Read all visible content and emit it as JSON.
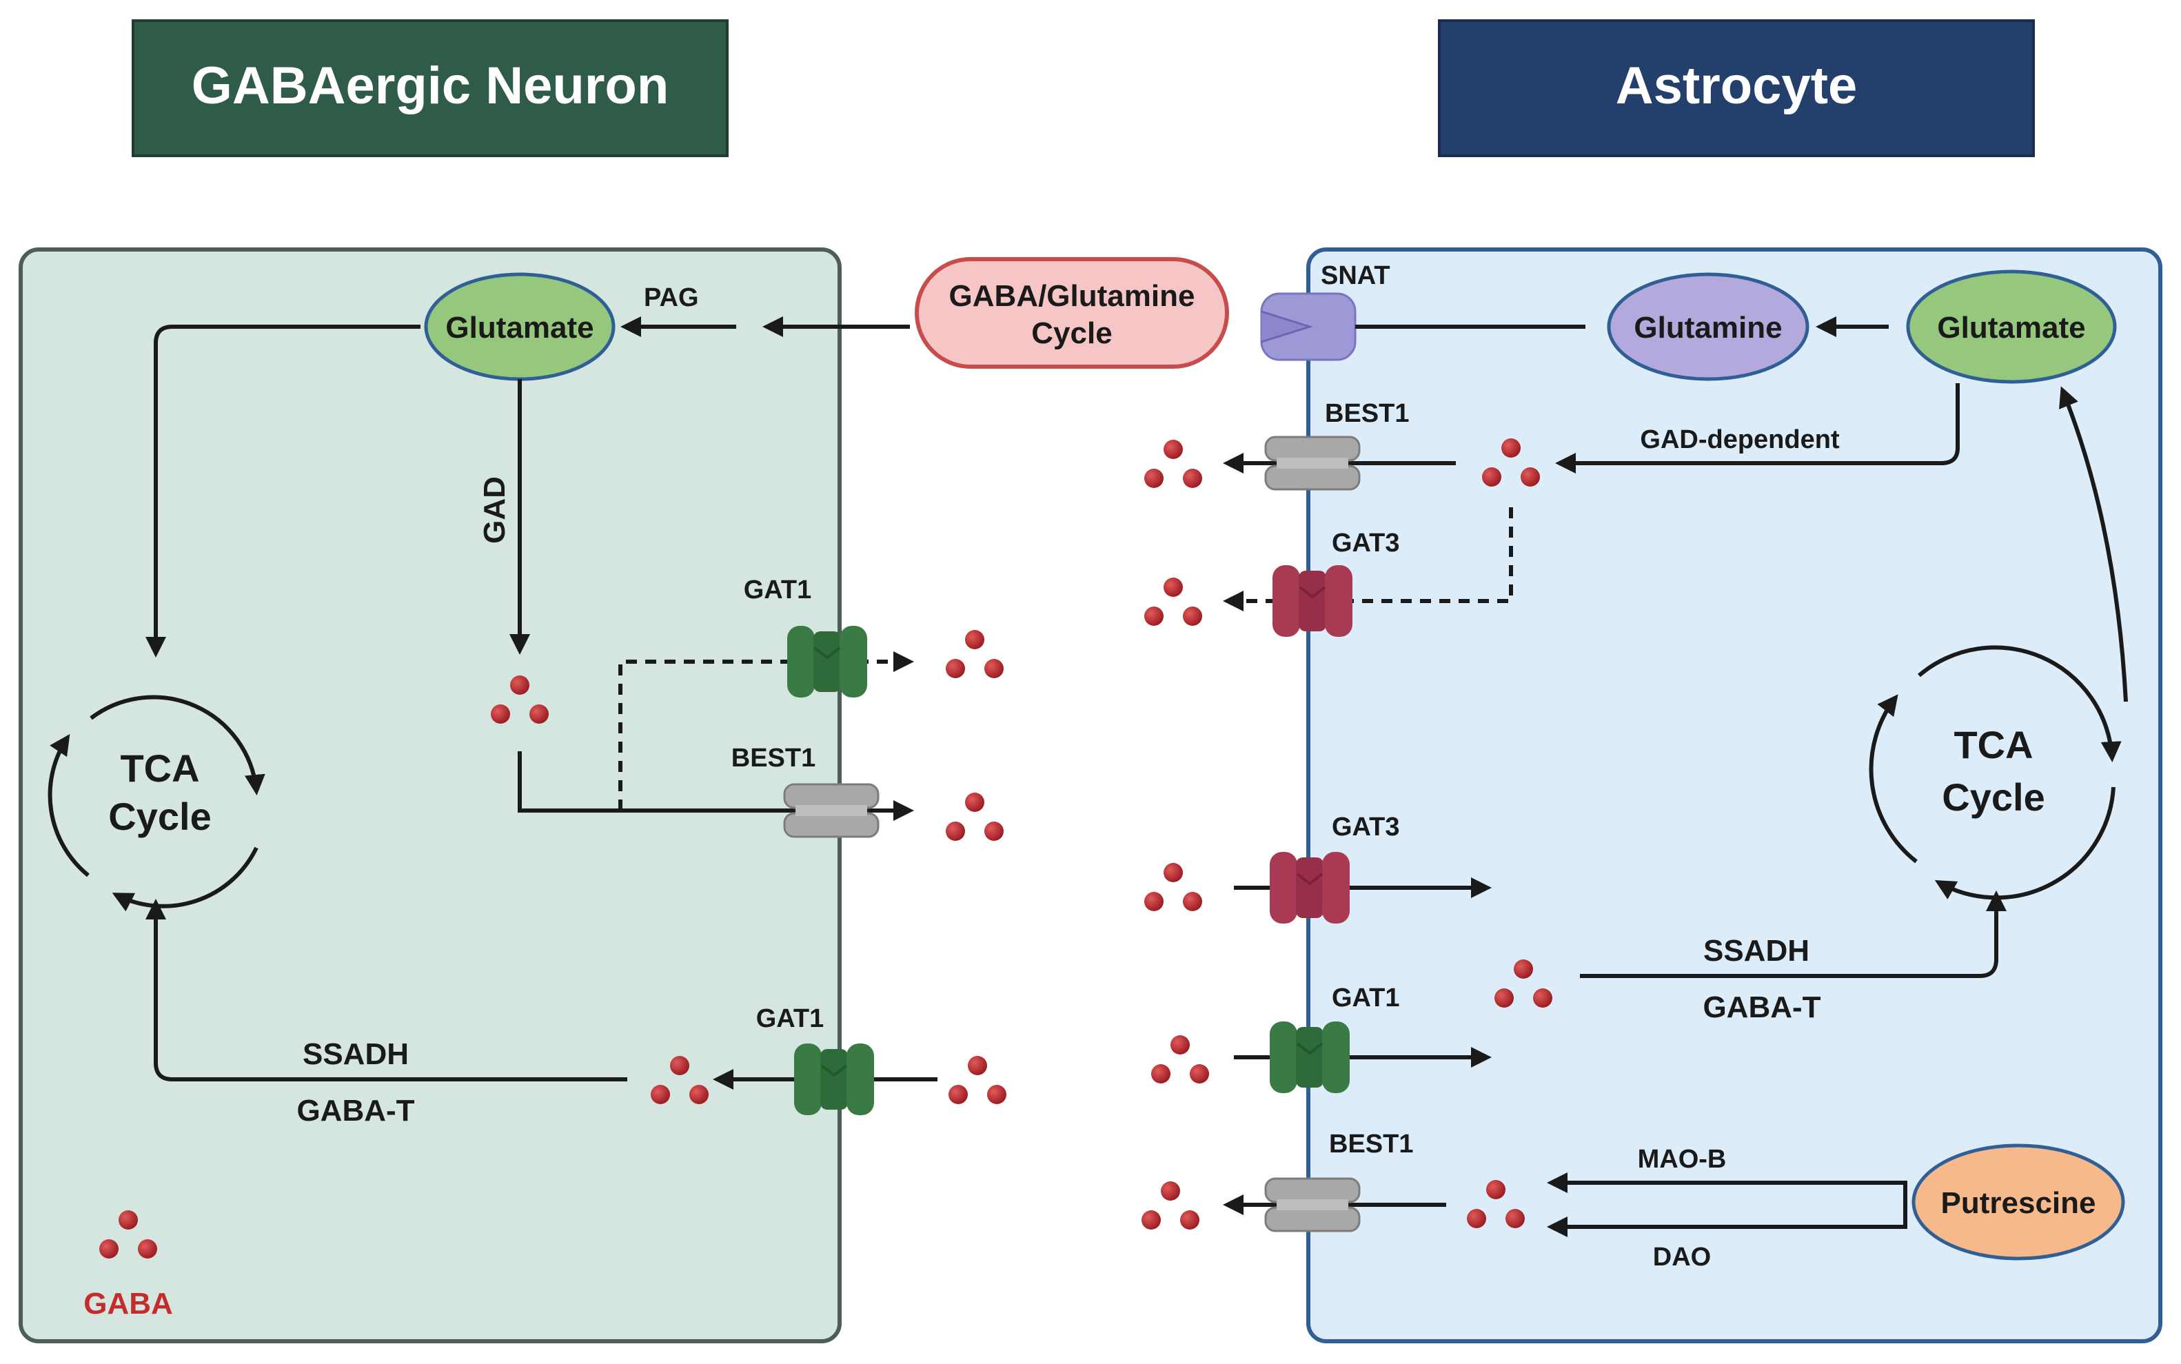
{
  "titles": {
    "neuron": "GABAergic Neuron",
    "astrocyte": "Astrocyte"
  },
  "colors": {
    "neuron_title_bg": "#2f5c49",
    "astrocyte_title_bg": "#233f6b",
    "neuron_cell_bg": "#d5e6e1",
    "astrocyte_cell_bg": "#dcecf8",
    "glutamate": "#95c77c",
    "glutamine": "#b3a9dc",
    "putrescine": "#f5b98c",
    "cycle_box": "#f6c6c6",
    "gaba_dot": "#b8262b",
    "gat1": "#3a7a45",
    "gat3": "#a93a54",
    "best1": "#a8a8a8",
    "snat": "#9d98d6"
  },
  "neuron": {
    "glutamate": "Glutamate",
    "pag": "PAG",
    "gad": "GAD",
    "tca_line1": "TCA",
    "tca_line2": "Cycle",
    "gat1_top": "GAT1",
    "best1": "BEST1",
    "gat1_bottom": "GAT1",
    "ssadh": "SSADH",
    "gaba_t": "GABA-T",
    "legend_gaba": "GABA"
  },
  "cycle_box": {
    "line1": "GABA/Glutamine",
    "line2": "Cycle"
  },
  "astrocyte": {
    "snat": "SNAT",
    "glutamine": "Glutamine",
    "glutamate": "Glutamate",
    "best1_top": "BEST1",
    "gad_dependent": "GAD-dependent",
    "gat3_top": "GAT3",
    "gat3_mid": "GAT3",
    "gat1": "GAT1",
    "best1_bottom": "BEST1",
    "tca_line1": "TCA",
    "tca_line2": "Cycle",
    "ssadh": "SSADH",
    "gaba_t": "GABA-T",
    "mao_b": "MAO-B",
    "dao": "DAO",
    "putrescine": "Putrescine"
  }
}
